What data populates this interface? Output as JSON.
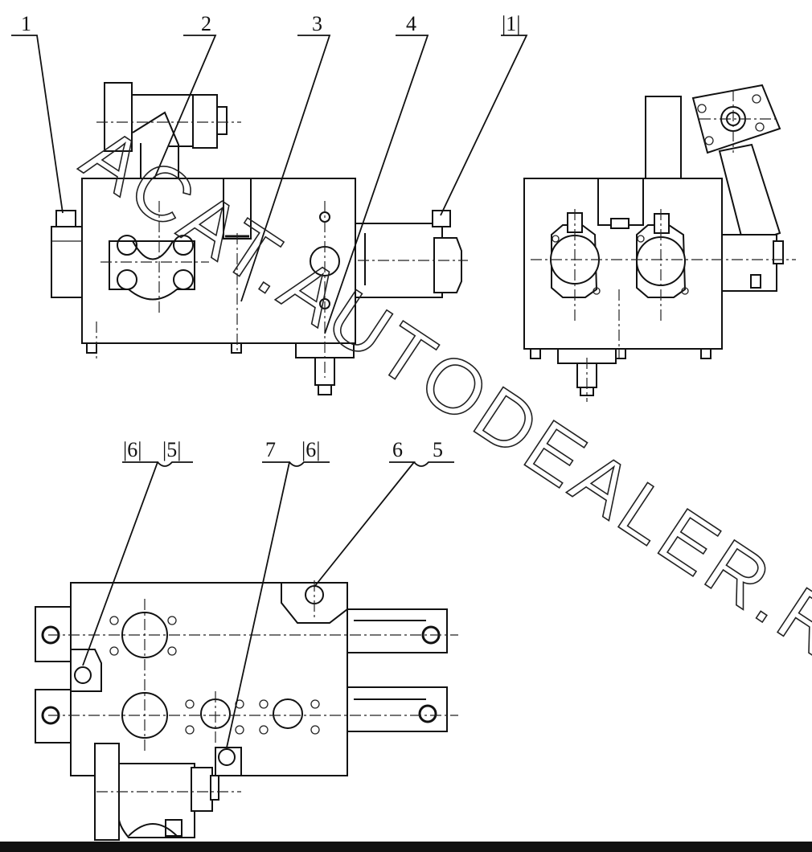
{
  "labels": {
    "c1": "1",
    "c2": "2",
    "c3": "3",
    "c4": "4",
    "c5": "|1|",
    "c6": "|6|",
    "c7": "|5|",
    "c8": "7",
    "c9": "|6|",
    "c10": "6",
    "c11": "5"
  },
  "watermark": "ACAT.AUTODEALER.RU"
}
